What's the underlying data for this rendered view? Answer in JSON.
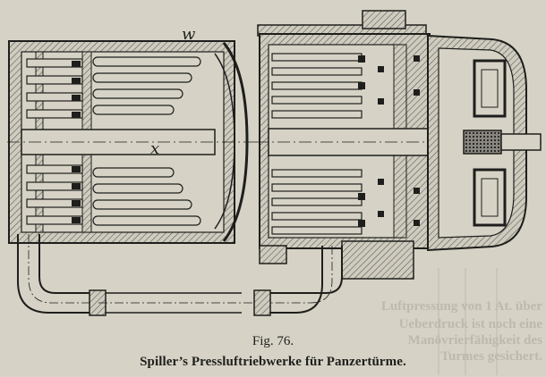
{
  "figure": {
    "number_label": "Fig. 76.",
    "title": "Spiller’s Pressluftriebwerke für Panzertürme.",
    "part_labels": {
      "w": "w",
      "x": "x"
    }
  },
  "bleed_through_text": [
    "Luftpressung von 1 At. über",
    "Ueberdruck ist noch eine",
    "Manövrierfähigkeit des",
    "Turmes gesichert."
  ],
  "colors": {
    "paper": "#d6d3c6",
    "ink": "#1e1e1c",
    "hatch": "#b4b1a5",
    "faint": "#bdb9ac"
  }
}
